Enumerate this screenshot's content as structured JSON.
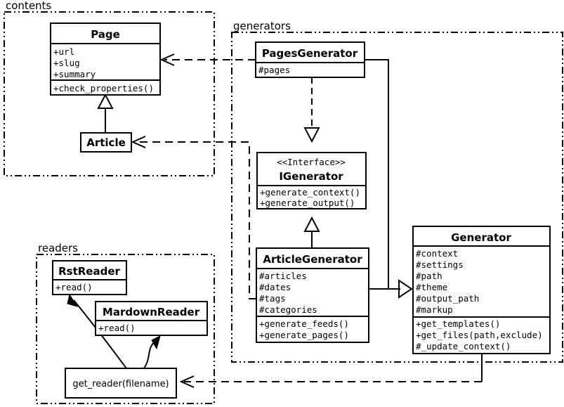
{
  "diagram": {
    "type": "uml-class-diagram",
    "title": "",
    "packages": [
      {
        "id": "contents",
        "label": "contents"
      },
      {
        "id": "generators",
        "label": "generators"
      },
      {
        "id": "readers",
        "label": "readers"
      }
    ],
    "classes": [
      {
        "id": "page",
        "package": "contents",
        "name": "Page",
        "stereotype": "",
        "attributes": [
          "+url",
          "+slug",
          "+summary"
        ],
        "methods": [
          "+check_properties()"
        ]
      },
      {
        "id": "article",
        "package": "contents",
        "name": "Article",
        "stereotype": "",
        "attributes": [],
        "methods": []
      },
      {
        "id": "pages-generator",
        "package": "generators",
        "name": "PagesGenerator",
        "stereotype": "",
        "attributes": [
          "#pages"
        ],
        "methods": []
      },
      {
        "id": "igenerator",
        "package": "generators",
        "name": "IGenerator",
        "stereotype": "<<Interface>>",
        "attributes": [],
        "methods": [
          "+generate_context()",
          "+generate_output()"
        ]
      },
      {
        "id": "article-generator",
        "package": "generators",
        "name": "ArticleGenerator",
        "stereotype": "",
        "attributes": [
          "#articles",
          "#dates",
          "#tags",
          "#categories"
        ],
        "methods": [
          "+generate_feeds()",
          "+generate_pages()"
        ]
      },
      {
        "id": "generator",
        "package": "generators",
        "name": "Generator",
        "stereotype": "",
        "attributes": [
          "#context",
          "#settings",
          "#path",
          "#theme",
          "#output_path",
          "#markup"
        ],
        "methods": [
          "+get_templates()",
          "+get_files(path,exclude)",
          "#_update_context()"
        ]
      },
      {
        "id": "rst-reader",
        "package": "readers",
        "name": "RstReader",
        "stereotype": "",
        "attributes": [],
        "methods": [
          "+read()"
        ]
      },
      {
        "id": "mardown-reader",
        "package": "readers",
        "name": "MardownReader",
        "stereotype": "",
        "attributes": [],
        "methods": [
          "+read()"
        ]
      }
    ],
    "functions": [
      {
        "id": "get-reader",
        "package": "readers",
        "label": "get_reader(filename)"
      }
    ],
    "relationships": [
      {
        "from": "pages-generator",
        "to": "page",
        "type": "dependency"
      },
      {
        "from": "article-generator",
        "to": "article",
        "type": "dependency"
      },
      {
        "from": "article",
        "to": "page",
        "type": "generalization"
      },
      {
        "from": "pages-generator",
        "to": "igenerator",
        "type": "realization"
      },
      {
        "from": "article-generator",
        "to": "igenerator",
        "type": "generalization"
      },
      {
        "from": "pages-generator",
        "to": "generator",
        "type": "aggregation"
      },
      {
        "from": "article-generator",
        "to": "generator",
        "type": "aggregation"
      },
      {
        "from": "generator",
        "to": "get-reader",
        "type": "dependency"
      },
      {
        "from": "get-reader",
        "to": "rst-reader",
        "type": "association"
      },
      {
        "from": "get-reader",
        "to": "mardown-reader",
        "type": "association"
      }
    ],
    "colors": {
      "stroke": "#000000",
      "fill": "#ffffff",
      "background": "#ffffff"
    }
  }
}
